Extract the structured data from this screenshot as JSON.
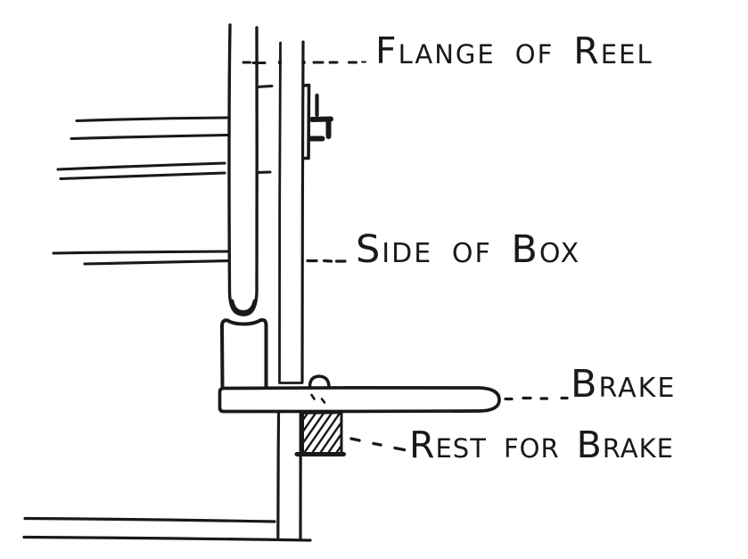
{
  "figure": {
    "kind": "hand-drawn cross-section of a reel brake mechanism",
    "colors": {
      "ink": "#191919",
      "background": "#ffffff"
    },
    "labels": {
      "flange_of_reel": "Flange of Reel",
      "side_of_box": "Side of Box",
      "brake": "Brake",
      "rest_for_brake": "Rest for Brake"
    }
  }
}
